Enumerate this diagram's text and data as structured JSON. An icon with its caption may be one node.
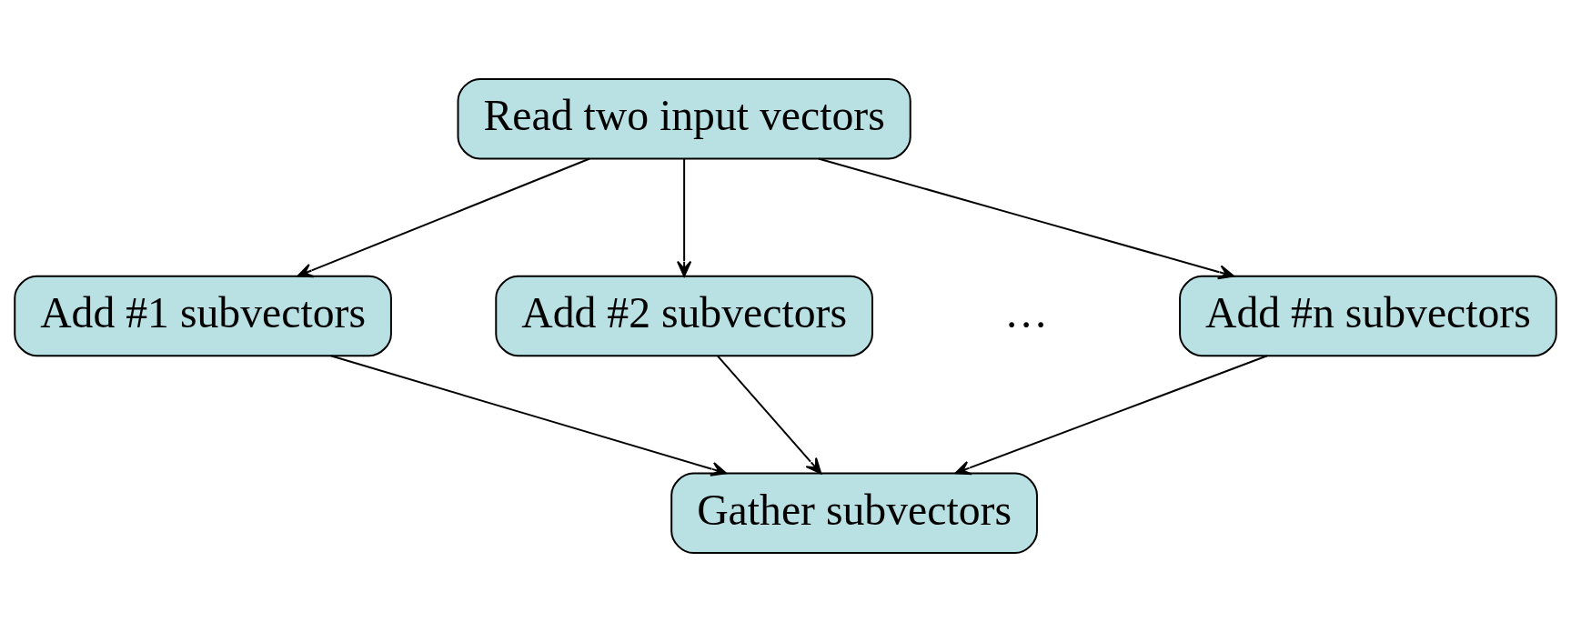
{
  "diagram": {
    "nodes": [
      {
        "text": [
          "Read two input vectors"
        ]
      },
      {
        "text": [
          "Add #1 subvectors"
        ]
      },
      {
        "text": [
          "Add #2 subvectors"
        ]
      },
      {
        "text": [
          "Add #n subvectors"
        ]
      },
      {
        "text": [
          "Gather subvectors"
        ]
      }
    ],
    "edges": [
      {
        "from": 0,
        "to": 1,
        "arrow": "to"
      },
      {
        "from": 0,
        "to": 2,
        "arrow": "to"
      },
      {
        "from": 0,
        "to": 3,
        "arrow": "to"
      },
      {
        "from": 1,
        "to": 4,
        "arrow": "to"
      },
      {
        "from": 2,
        "to": 4,
        "arrow": "to"
      },
      {
        "from": 3,
        "to": 4,
        "arrow": "to"
      }
    ],
    "labels": [
      "…"
    ]
  }
}
